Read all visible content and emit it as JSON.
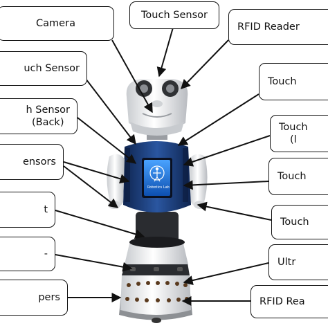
{
  "labels": {
    "camera": "Camera",
    "touch_sensor_top": "Touch Sensor",
    "rfid_reader_top": "RFID Reader",
    "touch_sensor_head_left": "uch Sensor",
    "touch_right_1": "Touch",
    "touch_sensor_back": "h Sensor\n(Back)",
    "touch_right_2": "Touch\n(l",
    "sensors_left": "ensors",
    "touch_right_3": "Touch",
    "left_t": "t",
    "touch_right_4": "Touch",
    "left_dot": "-",
    "ultra_right": "Ultr",
    "bumpers_left": "pers",
    "rfid_reader_bottom": "RFID Rea"
  },
  "screen": {
    "caption": "Robotics Lab"
  },
  "colors": {
    "body_blue": "#1c3d7a",
    "shell_white": "#eef0f2",
    "dark_grey": "#2a2c30",
    "screen_blue": "#1f6fd1"
  }
}
